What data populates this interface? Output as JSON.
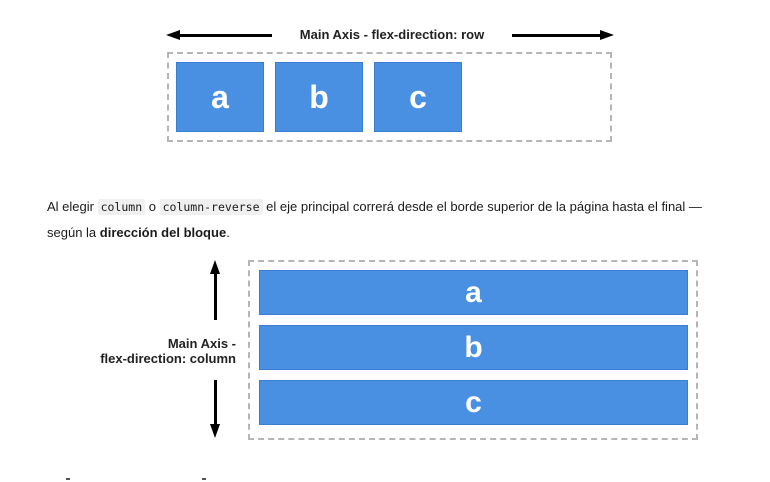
{
  "diagram_row": {
    "axis_label": "Main Axis - flex-direction: row",
    "items": [
      "a",
      "b",
      "c"
    ],
    "item_color": "#4a90e2"
  },
  "paragraph": {
    "part1": "Al elegir ",
    "code1": "column",
    "part2": " o ",
    "code2": "column-reverse",
    "part3": " el eje principal correrá desde el borde superior de la página hasta el final — según la ",
    "strong": "dirección del bloque",
    "part4": "."
  },
  "diagram_column": {
    "axis_label_line1": "Main Axis -",
    "axis_label_line2": "flex-direction: column",
    "items": [
      "a",
      "b",
      "c"
    ],
    "item_color": "#4a90e2"
  }
}
